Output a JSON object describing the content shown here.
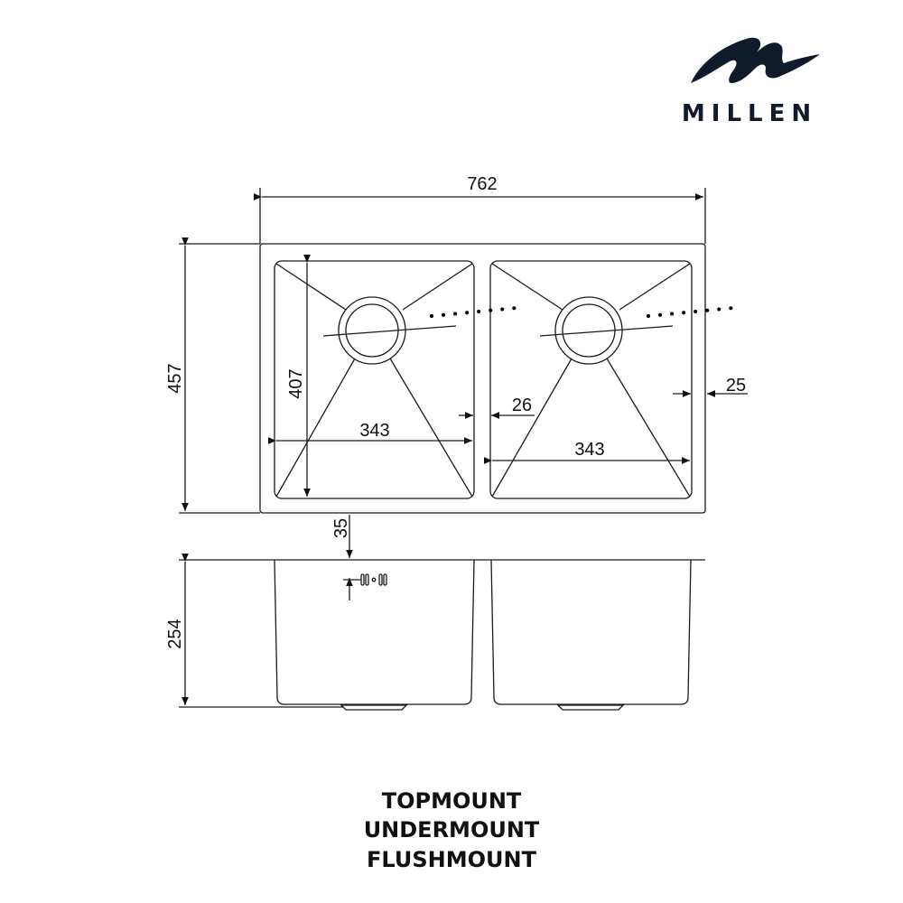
{
  "brand": {
    "name": "MILLEN",
    "color": "#0f1b2a"
  },
  "dimensions": {
    "overall_width": "762",
    "overall_depth": "457",
    "bowl_length": "407",
    "left_bowl_width": "343",
    "right_bowl_width": "343",
    "divider": "26",
    "rim": "25",
    "rim_offset": "35",
    "bowl_depth": "254"
  },
  "mount_types": [
    "TOPMOUNT",
    "UNDERMOUNT",
    "FLUSHMOUNT"
  ]
}
